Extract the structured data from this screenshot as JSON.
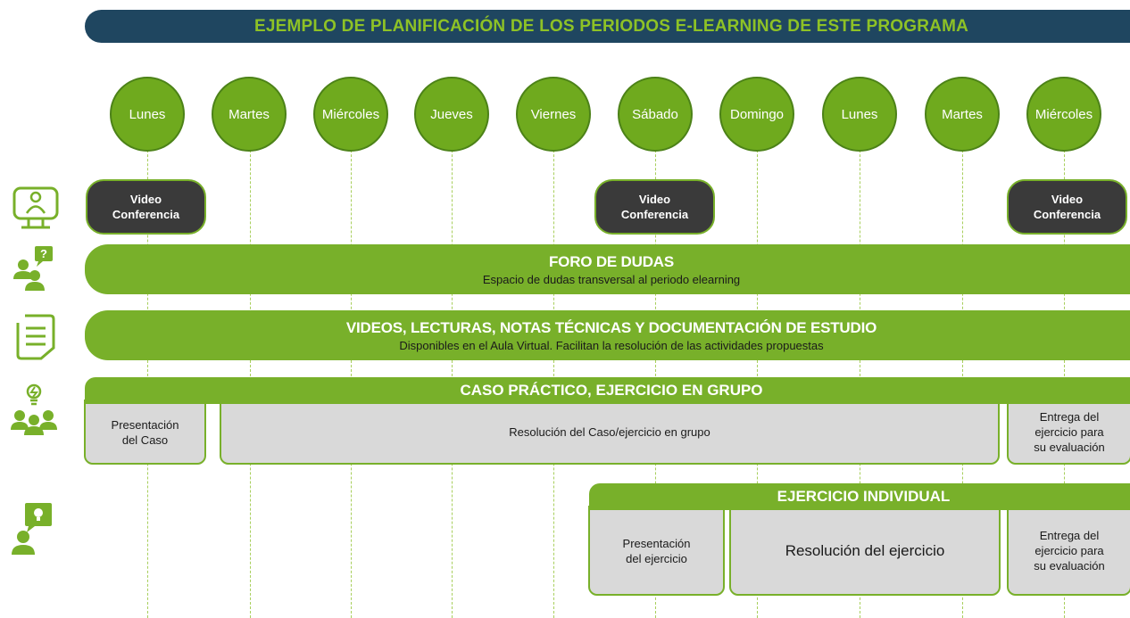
{
  "title": "EJEMPLO DE PLANIFICACIÓN DE LOS PERIODOS E-LEARNING DE ESTE PROGRAMA",
  "days": [
    "Lunes",
    "Martes",
    "Miércoles",
    "Jueves",
    "Viernes",
    "Sábado",
    "Domingo",
    "Lunes",
    "Martes",
    "Miércoles"
  ],
  "video_conference": {
    "line1": "Video",
    "line2": "Conferencia"
  },
  "foro": {
    "title": "FORO DE DUDAS",
    "subtitle": "Espacio de dudas transversal al periodo elearning"
  },
  "videos": {
    "title": "VIDEOS, LECTURAS, NOTAS TÉCNICAS Y DOCUMENTACIÓN DE ESTUDIO",
    "subtitle": "Disponibles en el Aula Virtual. Facilitan la resolución de las actividades propuestas"
  },
  "caso": {
    "title": "CASO PRÁCTICO, EJERCICIO EN GRUPO",
    "presentacion_line1": "Presentación",
    "presentacion_line2": "del Caso",
    "resolucion": "Resolución del Caso/ejercicio en grupo",
    "entrega_line1": "Entrega del",
    "entrega_line2": "ejercicio para",
    "entrega_line3": "su evaluación"
  },
  "individual": {
    "title": "EJERCICIO INDIVIDUAL",
    "presentacion_line1": "Presentación",
    "presentacion_line2": "del ejercicio",
    "resolucion": "Resolución del ejercicio",
    "entrega_line1": "Entrega del",
    "entrega_line2": "ejercicio para",
    "entrega_line3": "su evaluación"
  },
  "icons": [
    "video-conference-icon",
    "question-forum-icon",
    "document-list-icon",
    "group-idea-icon",
    "individual-idea-icon"
  ],
  "colors": {
    "banner_bg": "#1f4660",
    "accent_green": "#78b02a",
    "day_green": "#6faa1e",
    "dark_box": "#3a3a3a",
    "grey_box": "#d9d9d9"
  }
}
